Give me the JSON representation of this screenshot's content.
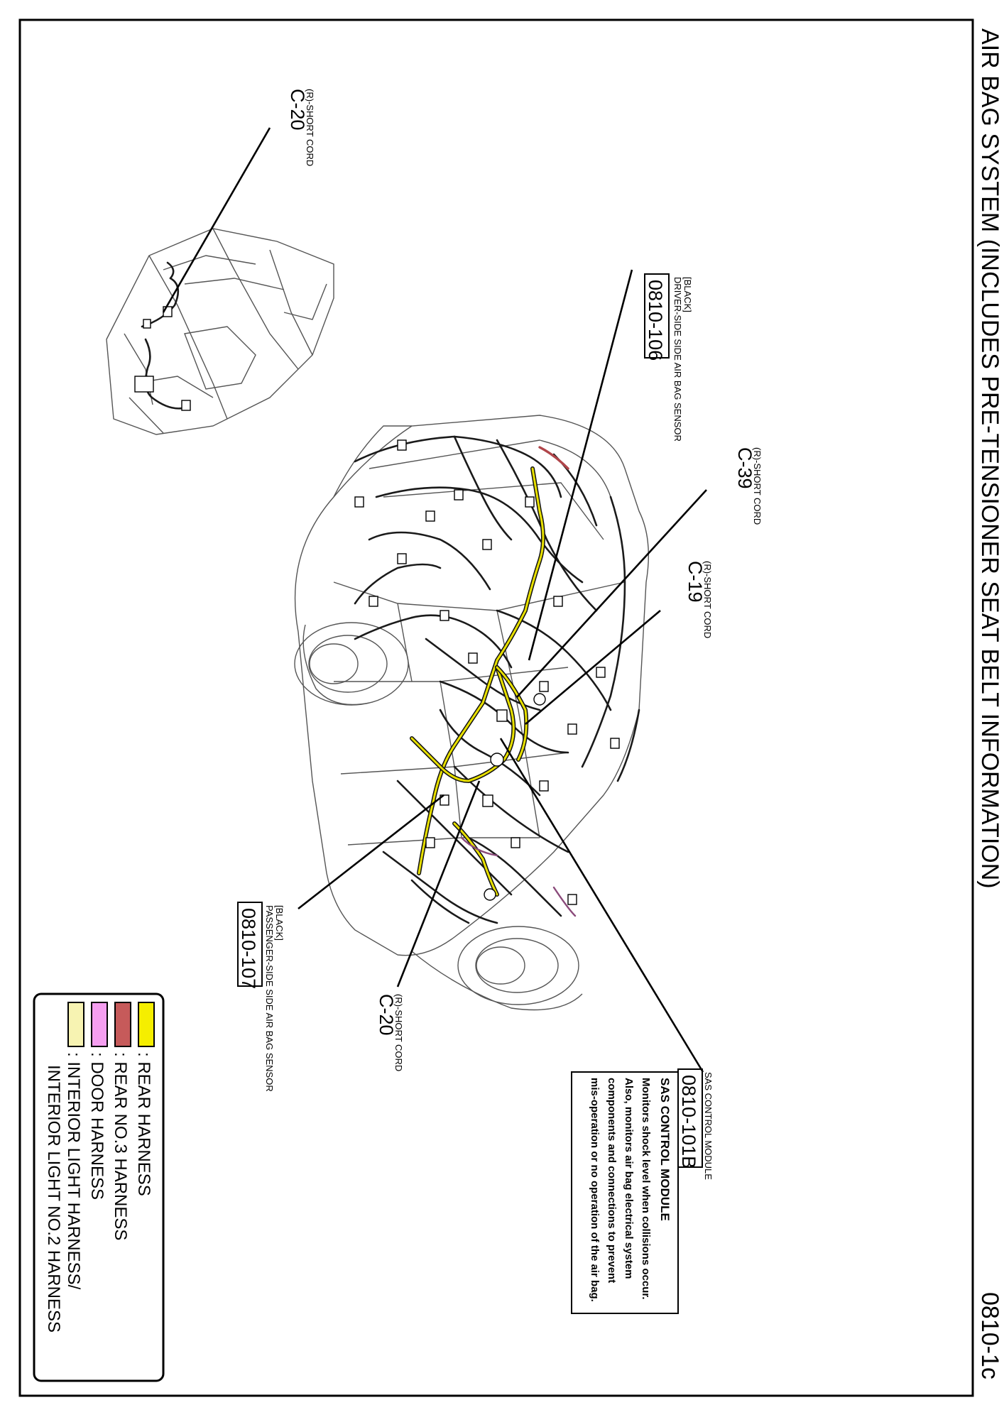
{
  "title": "AIR BAG SYSTEM (INCLUDES PRE-TENSIONER SEAT BELT INFORMATION)",
  "page_number": "0810-1c",
  "callouts": [
    {
      "id": "c20-seat",
      "code": "C-20",
      "label": "(R)-SHORT CORD"
    },
    {
      "id": "c39",
      "code": "C-39",
      "label": "(R)-SHORT CORD"
    },
    {
      "id": "c19",
      "code": "C-19",
      "label": "(R)-SHORT CORD"
    },
    {
      "id": "c20-body",
      "code": "C-20",
      "label": "(R)-SHORT CORD"
    },
    {
      "id": "driver-sensor",
      "code": "0810-106",
      "label_top": "[BLACK]",
      "label": "DRIVER-SIDE SIDE AIR BAG SENSOR"
    },
    {
      "id": "passenger-sensor",
      "code": "0810-107",
      "label": "PASSENGER-SIDE SIDE AIR BAG SENSOR",
      "label_bottom": "[BLACK]"
    },
    {
      "id": "sas-module",
      "code": "0810-101B",
      "label_top": "SAS CONTROL MODULE"
    }
  ],
  "description_box": {
    "heading": "SAS CONTROL MODULE",
    "lines": [
      "Monitors shock level when collisions occur.",
      "Also, monitors air bag electrical system",
      "components and connections to prevent",
      "mis-operation or no operation of the air bag."
    ]
  },
  "legend": [
    {
      "color": "#f5ee00",
      "lines": [
        ": REAR HARNESS"
      ]
    },
    {
      "color": "#c65a5a",
      "lines": [
        ": REAR NO.3 HARNESS"
      ]
    },
    {
      "color": "#f59ef0",
      "lines": [
        ": DOOR HARNESS"
      ]
    },
    {
      "color": "#f7f3b2",
      "lines": [
        ": INTERIOR LIGHT HARNESS/",
        "INTERIOR LIGHT NO.2 HARNESS"
      ]
    }
  ]
}
